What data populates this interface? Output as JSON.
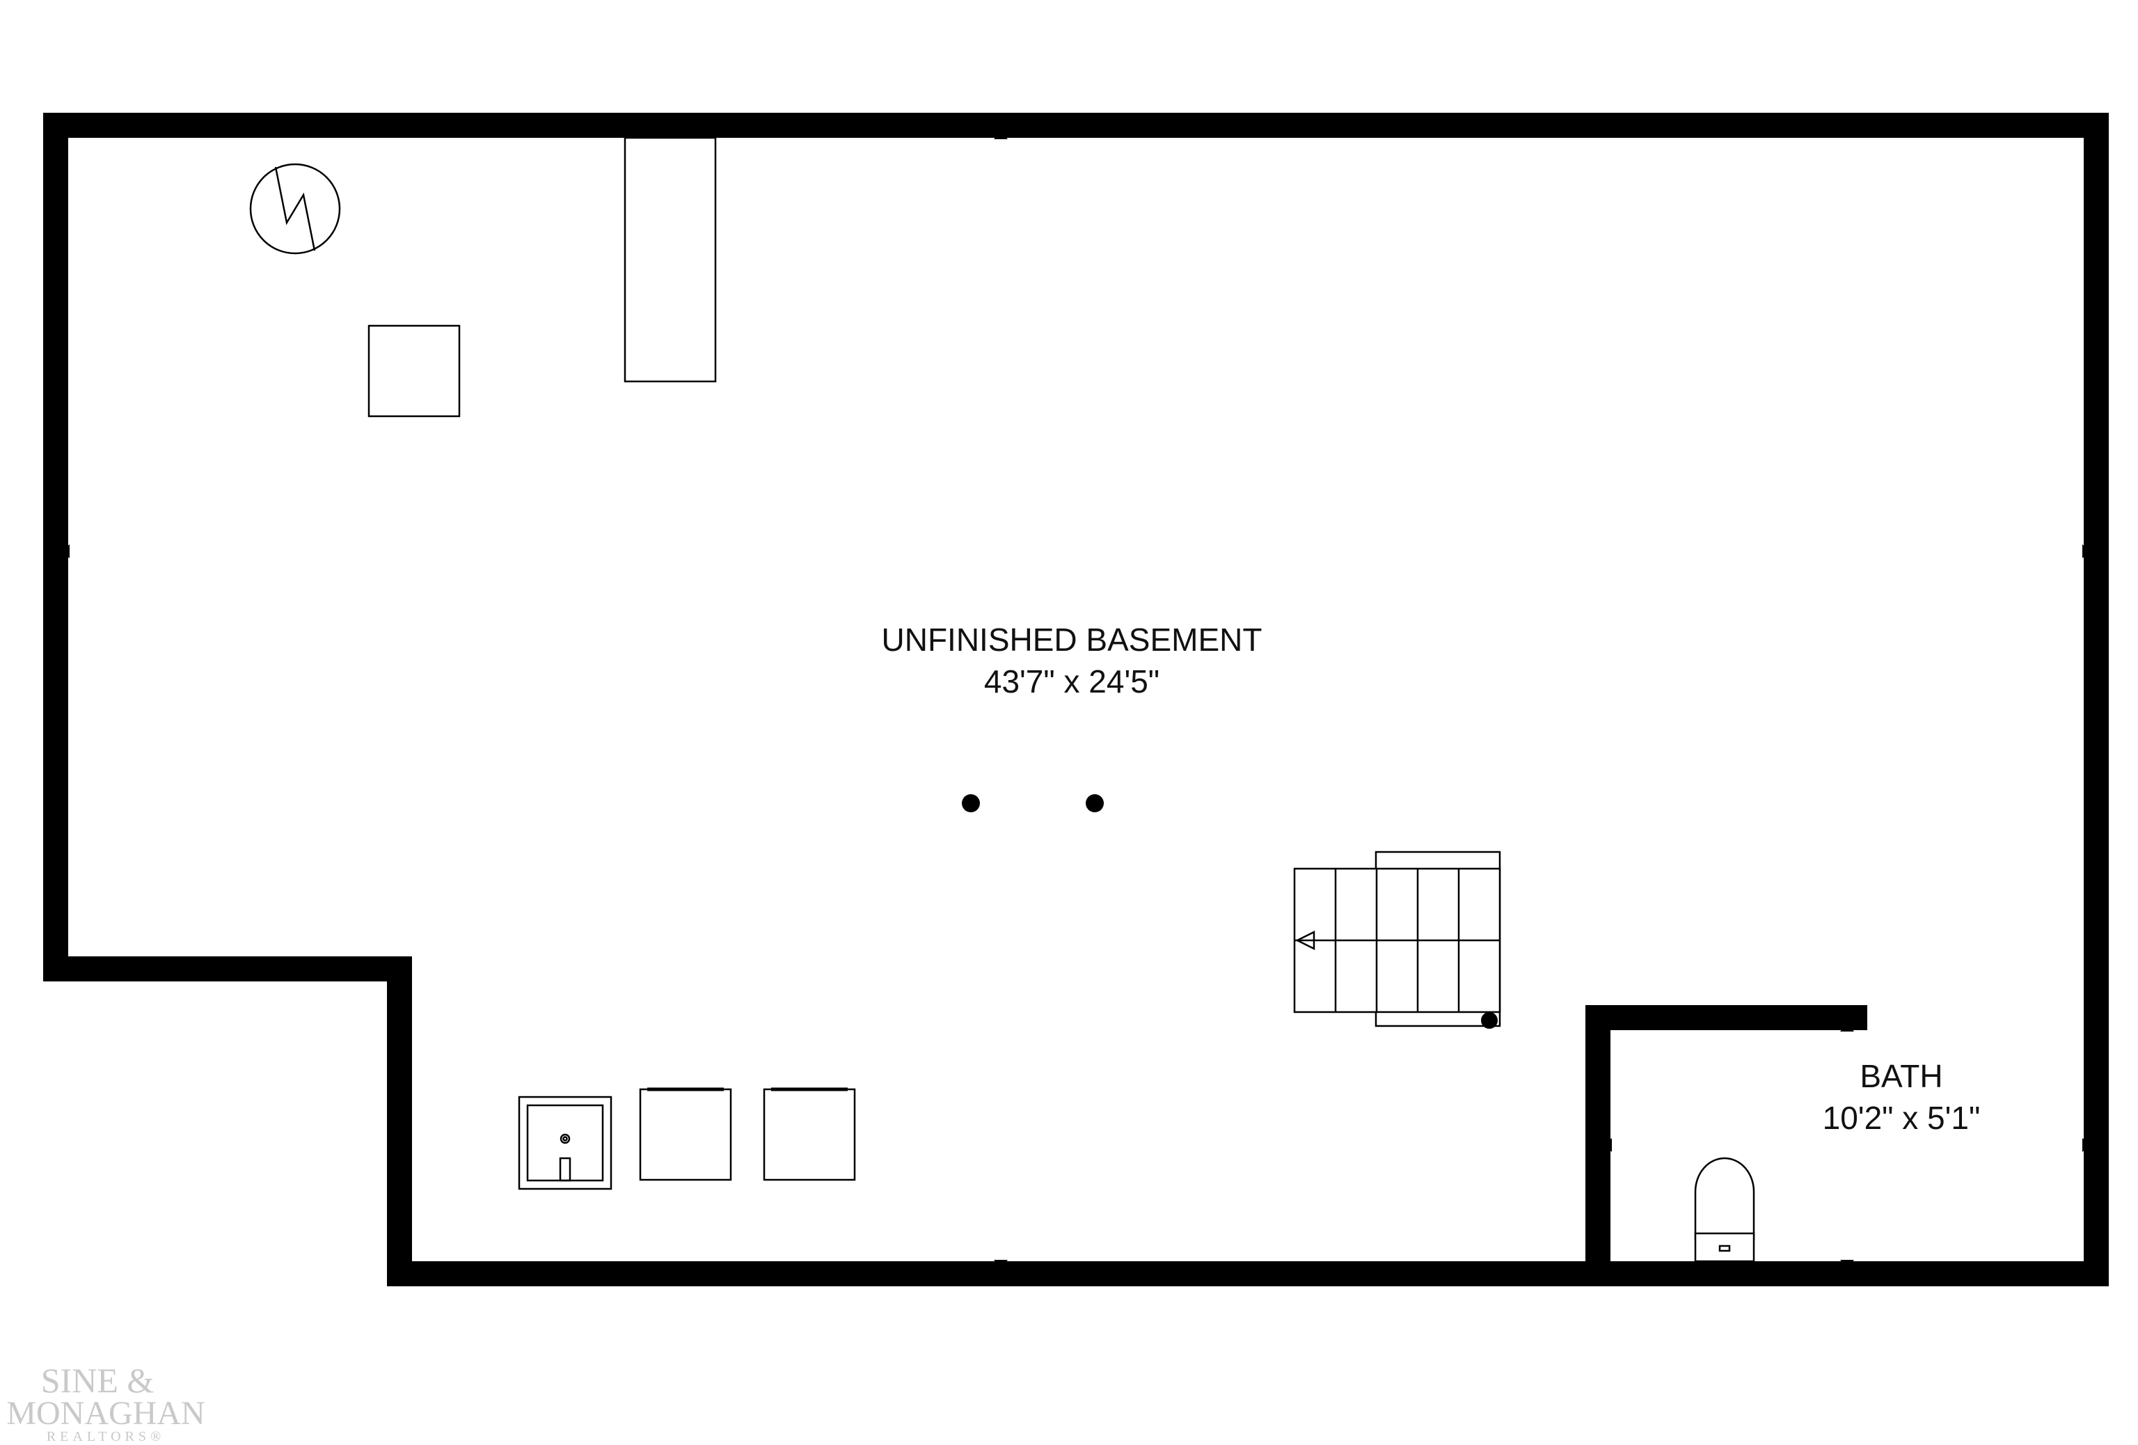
{
  "rooms": {
    "basement": {
      "name": "UNFINISHED BASEMENT",
      "dimensions": "43'7\" x 24'5\""
    },
    "bath": {
      "name": "BATH",
      "dimensions": "10'2\" x 5'1\""
    }
  },
  "watermark": {
    "line1": "SINE &",
    "line2": "MONAGHAN",
    "line3": "REALTORS®"
  },
  "colors": {
    "wall": "#000000",
    "background": "#ffffff",
    "watermark": "#c9c9c9"
  }
}
